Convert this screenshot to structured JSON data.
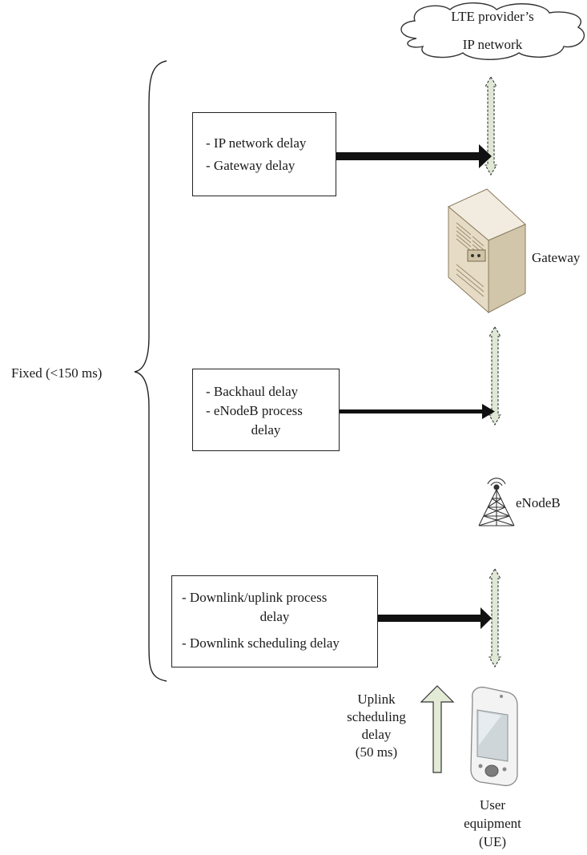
{
  "cloud": {
    "line1": "LTE provider’s",
    "line2": "IP network"
  },
  "fixed_label": "Fixed (<150 ms)",
  "box_ip": {
    "line1": "- IP network delay",
    "line2": "- Gateway delay"
  },
  "box_backhaul": {
    "line1": "- Backhaul delay",
    "line2": "- eNodeB process",
    "line3": "delay"
  },
  "box_downlink": {
    "line1": "- Downlink/uplink process",
    "line2": "delay",
    "line3": "- Downlink scheduling delay"
  },
  "gateway_label": "Gateway",
  "enodeb_label": "eNodeB",
  "uplink": {
    "line1": "Uplink",
    "line2": "scheduling",
    "line3": "delay",
    "line4": "(50 ms)"
  },
  "ue": {
    "line1": "User",
    "line2": "equipment",
    "line3": "(UE)"
  },
  "colors": {
    "link_fill": "#dfe8d4",
    "uplink_arrow_fill": "#e3ead6",
    "line": "#222222"
  }
}
